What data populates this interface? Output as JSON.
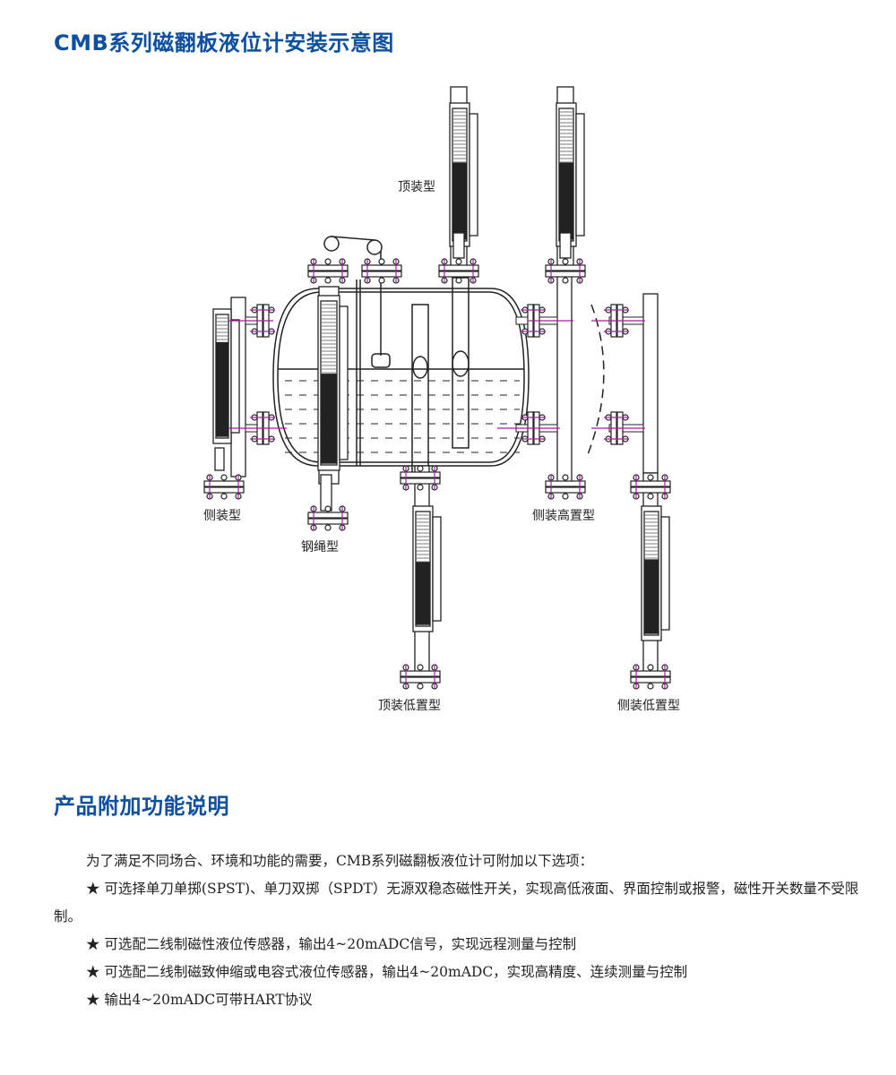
{
  "title": "CMB系列磁翻板液位计安装示意图",
  "diagram": {
    "labels": {
      "top_mounted": "顶装型",
      "side_mounted": "侧装型",
      "steel_rope": "钢绳型",
      "side_high": "侧装高置型",
      "top_low": "顶装低置型",
      "side_low": "侧装低置型"
    }
  },
  "section2": {
    "title": "产品附加功能说明",
    "intro": "为了满足不同场合、环境和功能的需要，CMB系列磁翻板液位计可附加以下选项：",
    "items": [
      "★ 可选择单刀单掷(SPST)、单刀双掷（SPDT）无源双稳态磁性开关，实现高低液面、界面控制或报警，磁性开关数量不受限制。",
      "★ 可选配二线制磁性液位传感器，输出4~20mADC信号，实现远程测量与控制",
      "★ 可选配二线制磁致伸缩或电容式液位传感器，输出4~20mADC，实现高精度、连续测量与控制",
      "★ 输出4~20mADC可带HART协议"
    ]
  },
  "colors": {
    "heading": "#0d4fa0",
    "bolt": "#a020a0"
  }
}
